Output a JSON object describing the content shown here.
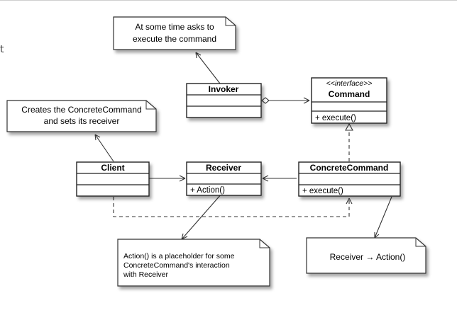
{
  "edge_glyph": "t",
  "classes": {
    "invoker": {
      "name": "Invoker"
    },
    "command": {
      "stereotype": "<<interface>>",
      "name": "Command",
      "method": "+ execute()"
    },
    "client": {
      "name": "Client"
    },
    "receiver": {
      "name": "Receiver",
      "method": "+ Action()"
    },
    "concrete_command": {
      "name": "ConcreteCommand",
      "method": "+ execute()"
    }
  },
  "notes": {
    "invoker_note": [
      "At some time asks to",
      "execute the command"
    ],
    "client_note": [
      "Creates the ConcreteCommand",
      "and sets its receiver"
    ],
    "action_note": [
      "Action() is a placeholder for some",
      "ConcreteCommand's interaction",
      "with Receiver"
    ],
    "execute_note": [
      "Receiver → Action()"
    ]
  }
}
